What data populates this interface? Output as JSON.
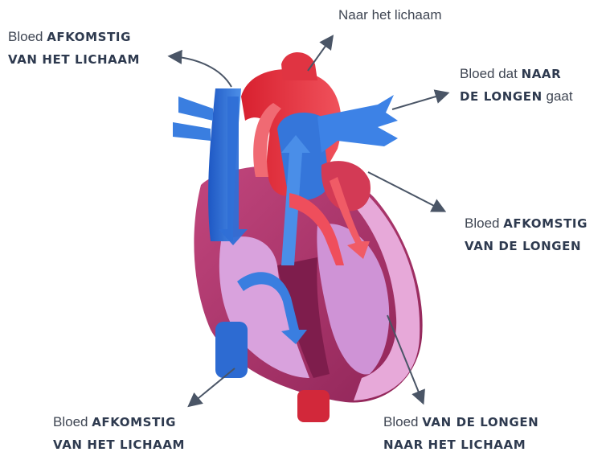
{
  "labels": {
    "top": {
      "plain": "Naar het lichaam"
    },
    "top_left": {
      "line1_plain": "Bloed ",
      "line1_bold": "AFKOMSTIG",
      "line2_bold": "VAN HET LICHAAM"
    },
    "right_top": {
      "line1_plain": "Bloed dat ",
      "line1_bold": "NAAR",
      "line2_bold": "DE LONGEN",
      "line2_plain": " gaat"
    },
    "right_middle": {
      "line1_plain": "Bloed ",
      "line1_bold": "AFKOMSTIG",
      "line2_bold": "VAN DE LONGEN"
    },
    "bottom_left": {
      "line1_plain": "Bloed ",
      "line1_bold": "AFKOMSTIG",
      "line2_bold": "VAN HET LICHAAM"
    },
    "bottom_right": {
      "line1_plain": "Bloed ",
      "line1_bold": "VAN DE LONGEN",
      "line2_bold": "NAAR HET LICHAAM"
    }
  },
  "colors": {
    "text": "#3f4653",
    "arrow": "#4a5566",
    "oxygen_rich": "#e8323f",
    "oxygen_poor": "#2f6fd6",
    "muscle": "#b13a72",
    "chamber": "#e2b3e6"
  }
}
